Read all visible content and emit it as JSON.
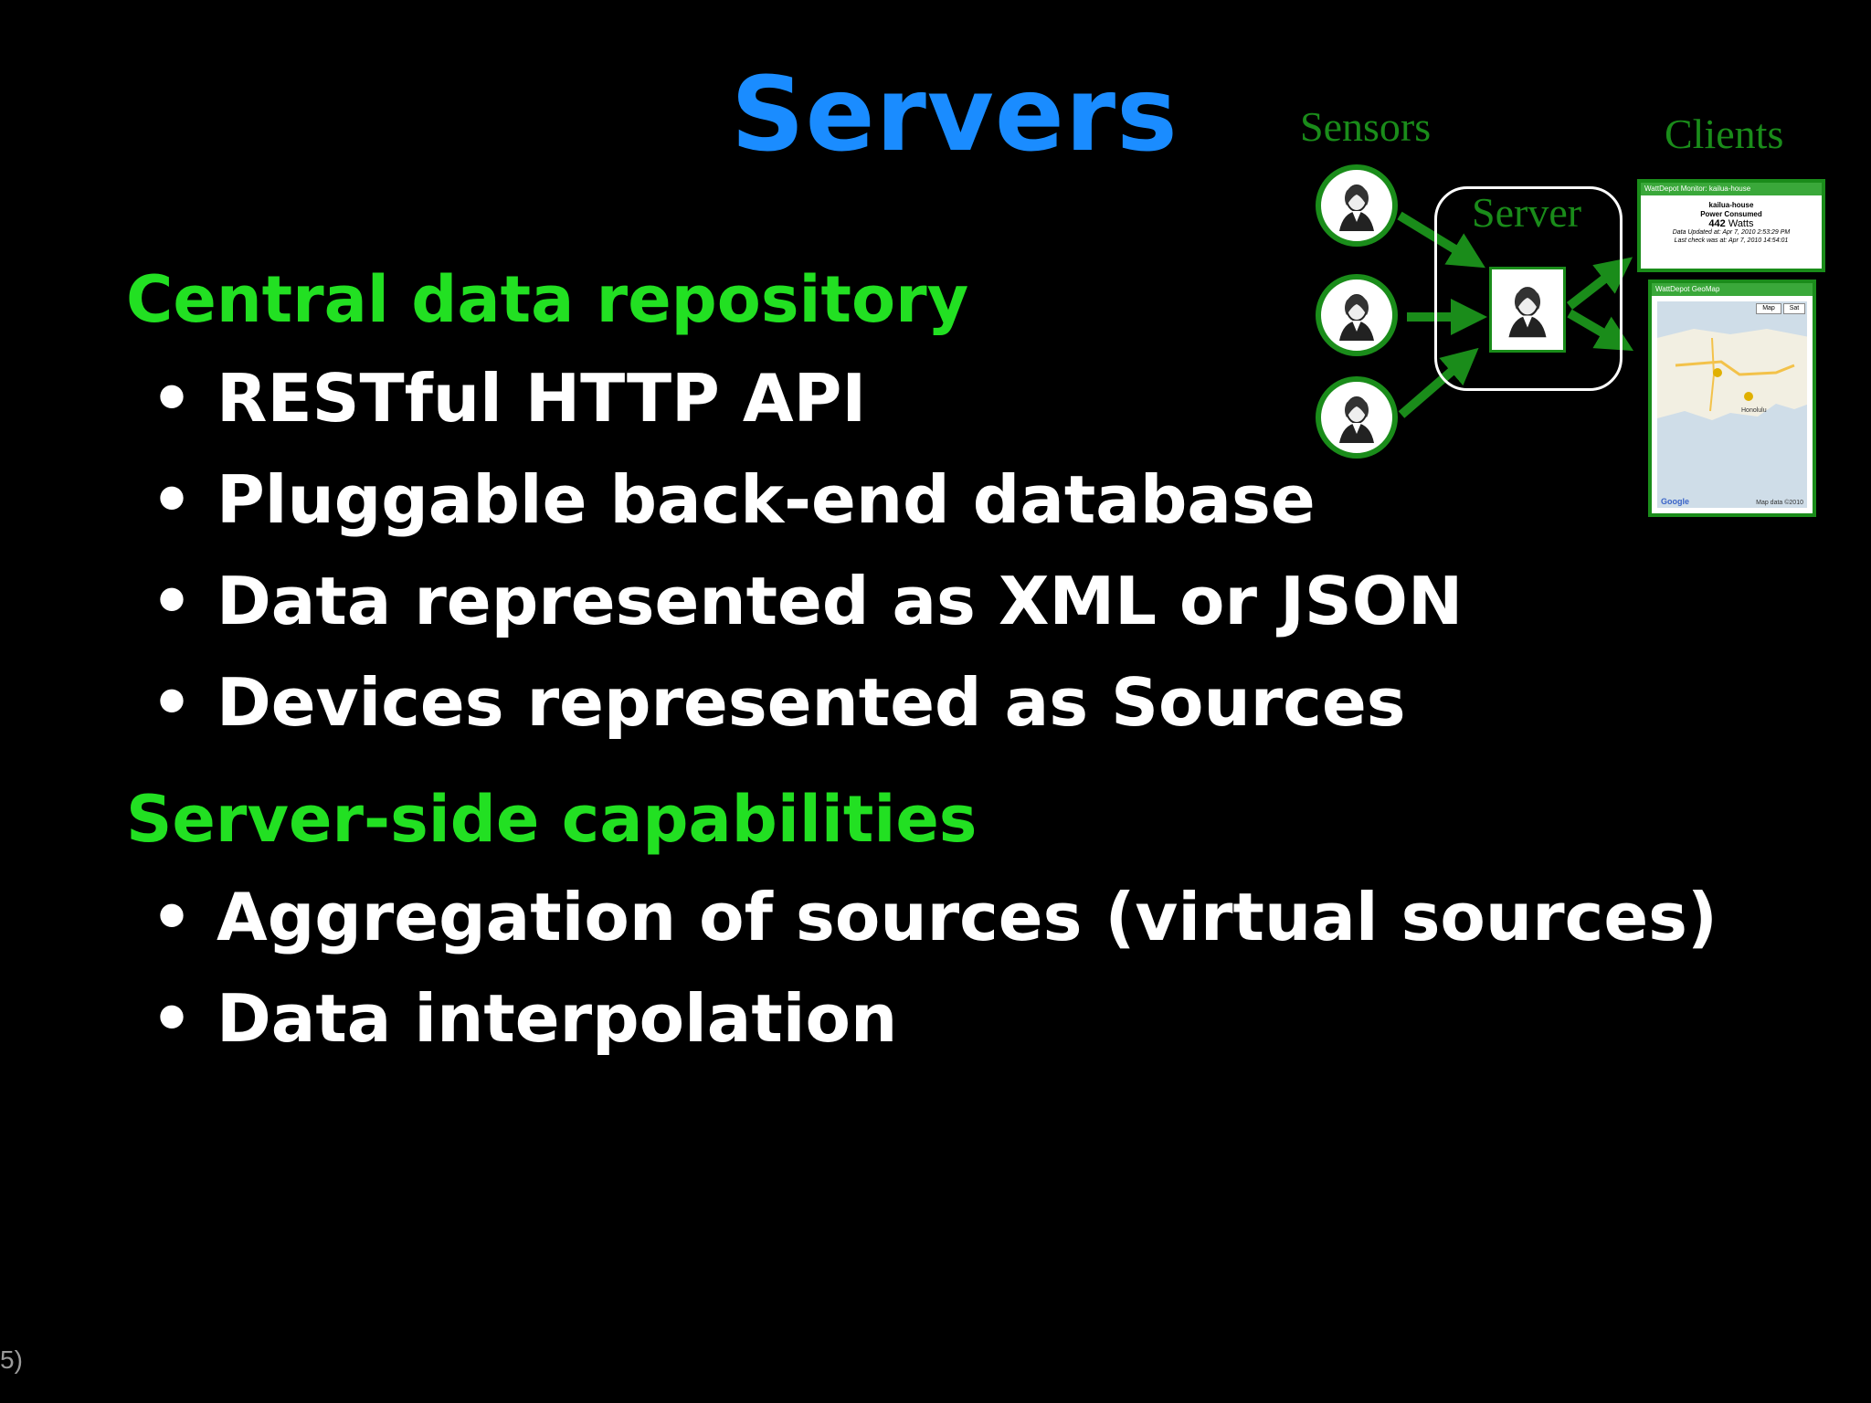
{
  "slide": {
    "title": "Servers",
    "page_number": "5)",
    "sections": [
      {
        "heading": "Central data repository",
        "bullets": [
          "RESTful HTTP API",
          "Pluggable back-end database",
          "Data represented as XML or JSON",
          "Devices represented as Sources"
        ]
      },
      {
        "heading": "Server-side capabilities",
        "bullets": [
          "Aggregation of sources (virtual sources)",
          "Data interpolation"
        ]
      }
    ],
    "bullet_glyph": "•"
  },
  "diagram": {
    "sensors_label": "Sensors",
    "server_label": "Server",
    "clients_label": "Clients",
    "monitor": {
      "header": "WattDepot Monitor: kailua-house",
      "source": "kailua-house",
      "metric": "Power Consumed",
      "value": "442",
      "unit": "Watts",
      "updated": "Data Updated at: Apr 7, 2010 2:53:29 PM",
      "last_check": "Last check was at: Apr 7, 2010 14:54:01"
    },
    "geomap": {
      "header": "WattDepot GeoMap",
      "tab_map": "Map",
      "tab_sat": "Sat",
      "place_honolulu": "Honolulu",
      "brand": "Google",
      "map_data": "Map data ©2010"
    }
  },
  "colors": {
    "background": "#000000",
    "title": "#1a8cff",
    "heading": "#22e022",
    "bullet_text": "#ffffff",
    "diagram_green": "#1a8c1a"
  }
}
